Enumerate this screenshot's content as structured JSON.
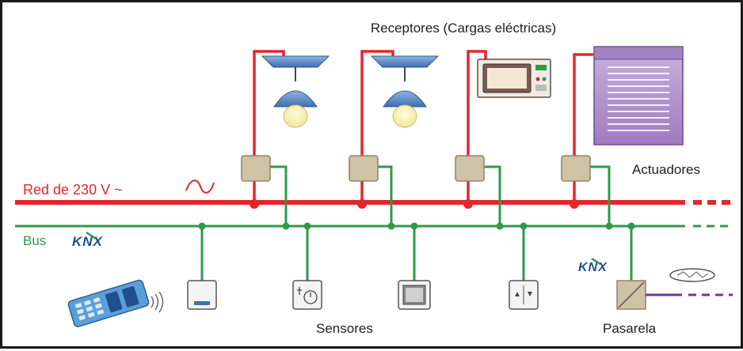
{
  "title": "Receptores (Cargas eléctricas)",
  "power_line_label": "Red de 230 V ~",
  "power_symbol": "~",
  "bus_label": "Bus",
  "knx_logo_text": "KNX",
  "actuators_label": "Actuadores",
  "sensors_label": "Sensores",
  "gateway_label": "Pasarela",
  "colors": {
    "power": "#e3262e",
    "bus": "#2e9a48",
    "gateway_link": "#6b3a96",
    "actuator_box": "#cfc3a6",
    "knx_blue": "#1f4f8f"
  },
  "icons": {
    "receptors": [
      "ceiling-lamp-icon",
      "ceiling-lamp-icon",
      "microwave-oven-icon",
      "roller-shutter-icon"
    ],
    "sensors": [
      "remote-control-icon",
      "push-button-sensor-icon",
      "thermostat-sensor-icon",
      "display-panel-sensor-icon",
      "switch-sensor-icon"
    ],
    "gateway": "gateway-converter-icon",
    "network": "network-cloud-icon"
  }
}
